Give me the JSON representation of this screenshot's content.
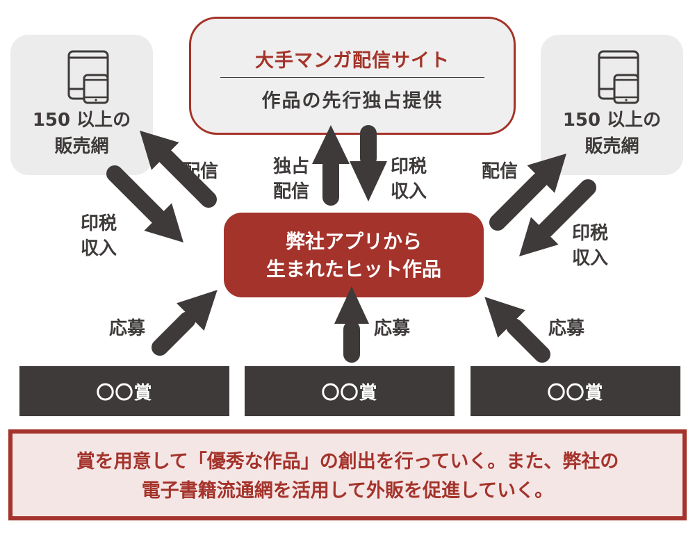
{
  "colors": {
    "accent": "#a4332b",
    "dark": "#3e3a39",
    "panel_gray": "#ececec",
    "bottom_bg": "#f5e6e6"
  },
  "top_box": {
    "title": "大手マンガ配信サイト",
    "subtitle": "作品の先行独占提供"
  },
  "left_network": {
    "icon": "tablet-smartphone-icon",
    "line1": "150 以上の",
    "line2": "販売網"
  },
  "right_network": {
    "icon": "tablet-smartphone-icon",
    "line1": "150 以上の",
    "line2": "販売網"
  },
  "center_box": {
    "line1": "弊社アプリから",
    "line2": "生まれたヒット作品"
  },
  "arrow_labels": {
    "left_distribution": "配信",
    "left_royalty_1": "印税",
    "left_royalty_2": "収入",
    "top_exclusive_1": "独占",
    "top_exclusive_2": "配信",
    "top_royalty_1": "印税",
    "top_royalty_2": "収入",
    "right_distribution": "配信",
    "right_royalty_1": "印税",
    "right_royalty_2": "収入",
    "apply_left": "応募",
    "apply_center": "応募",
    "apply_right": "応募"
  },
  "awards": [
    {
      "label": "〇〇賞"
    },
    {
      "label": "〇〇賞"
    },
    {
      "label": "〇〇賞"
    }
  ],
  "summary": {
    "line1": "賞を用意して「優秀な作品」の創出を行っていく。また、弊社の",
    "line2": "電子書籍流通網を活用して外販を促進していく。"
  }
}
